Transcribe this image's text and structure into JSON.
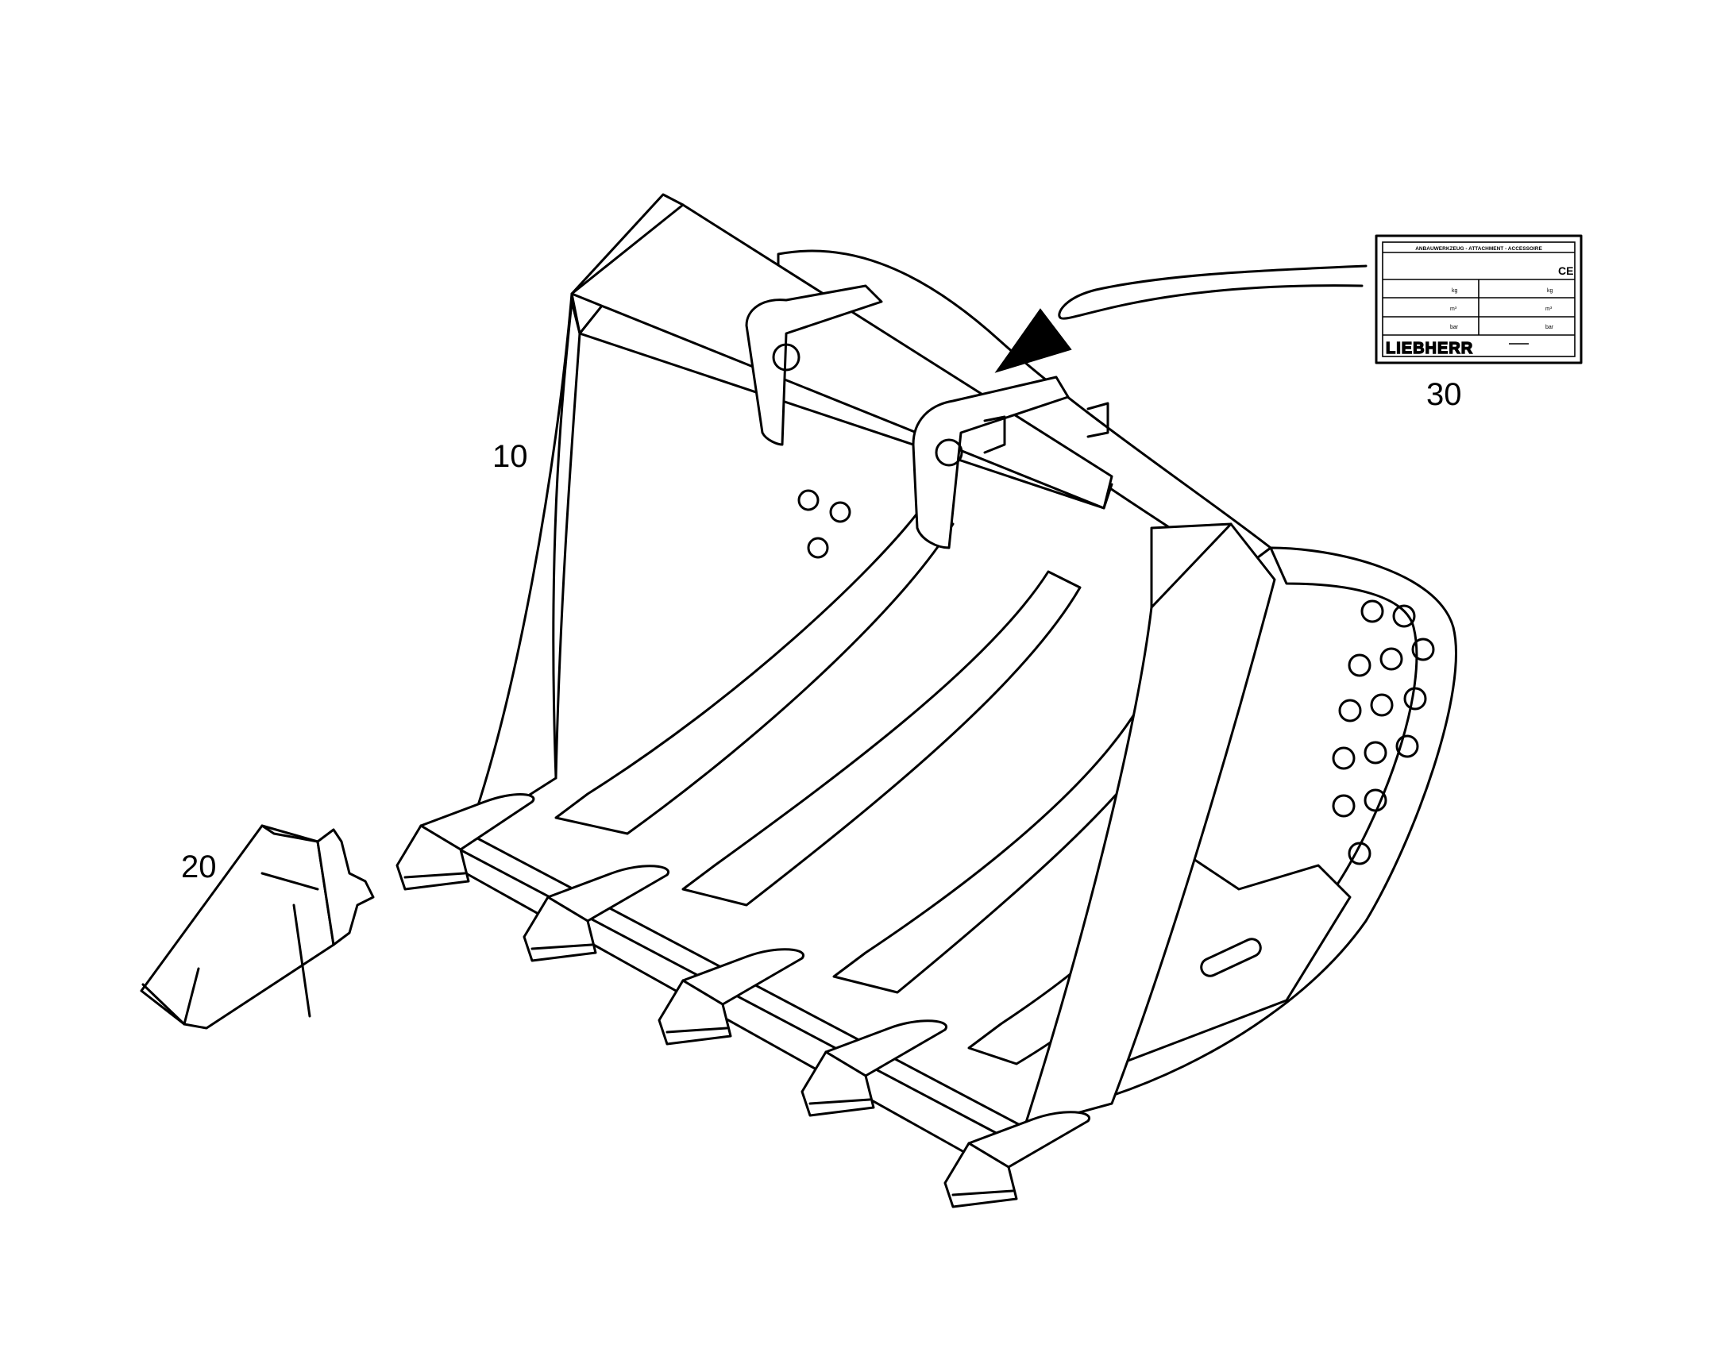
{
  "callouts": [
    {
      "id": "10",
      "label": "10",
      "part": "bucket"
    },
    {
      "id": "20",
      "label": "20",
      "part": "tooth"
    },
    {
      "id": "30",
      "label": "30",
      "part": "nameplate"
    }
  ],
  "nameplate": {
    "header": "ANBAUWERKZEUG  -  ATTACHMENT  -  ACCESSOIRE",
    "ce_mark": "CE",
    "unit_rows": [
      {
        "left": "kg",
        "right": "kg"
      },
      {
        "left": "m³",
        "right": "m³"
      },
      {
        "left": "bar",
        "right": "bar"
      }
    ],
    "brand": "LIEBHERR"
  },
  "colors": {
    "line": "#000000",
    "background": "#ffffff"
  }
}
